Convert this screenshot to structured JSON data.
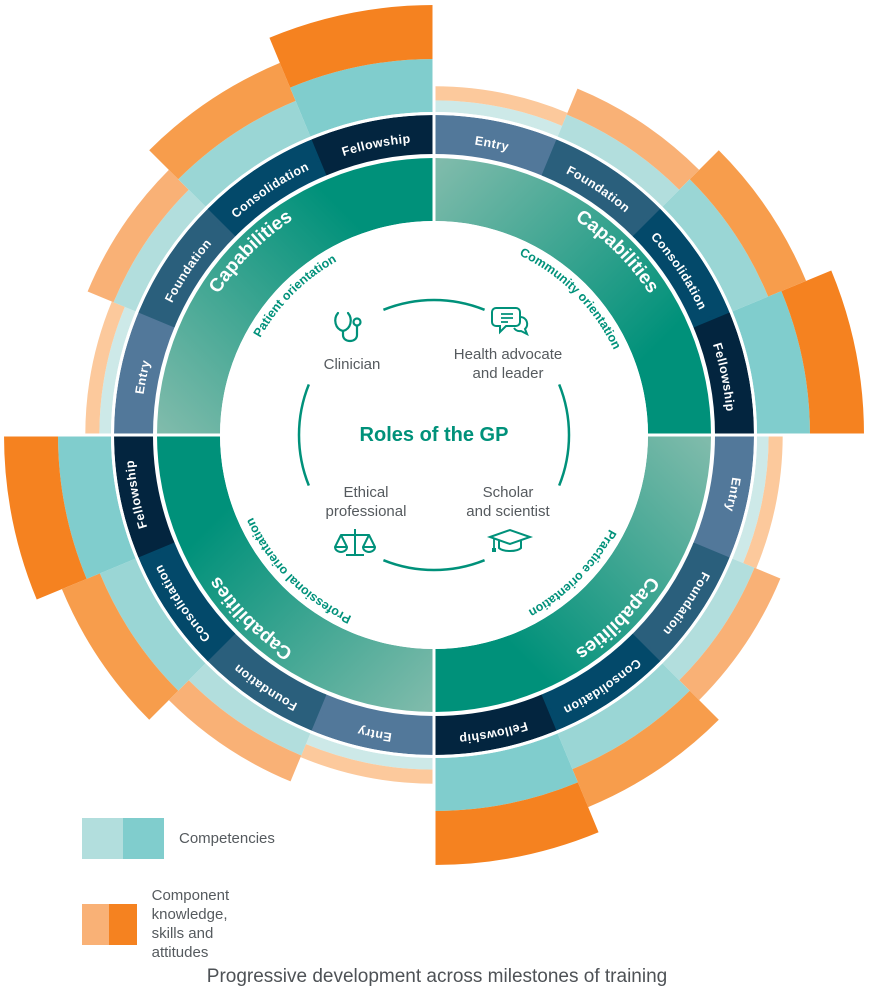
{
  "center_title": "Roles of the GP",
  "caption": "Progressive development across milestones of training",
  "capabilities_label": "Capabilities",
  "milestones": [
    "Entry",
    "Foundation",
    "Consolidation",
    "Fellowship"
  ],
  "roles": [
    {
      "label_lines": [
        "Clinician"
      ],
      "icon": "stethoscope-icon"
    },
    {
      "label_lines": [
        "Health advocate",
        "and leader"
      ],
      "icon": "speech-bubbles-icon"
    },
    {
      "label_lines": [
        "Scholar",
        "and scientist"
      ],
      "icon": "graduation-cap-icon"
    },
    {
      "label_lines": [
        "Ethical",
        "professional"
      ],
      "icon": "scales-icon"
    }
  ],
  "quadrants": [
    {
      "orientation": "Patient orientation",
      "position": "top-left"
    },
    {
      "orientation": "Community orientation",
      "position": "top-right"
    },
    {
      "orientation": "Practice orientation",
      "position": "bottom-right"
    },
    {
      "orientation": "Professional orientation",
      "position": "bottom-left"
    }
  ],
  "legend": [
    {
      "label": "Competencies",
      "colors": [
        "#b2dedd",
        "#80cdcd"
      ]
    },
    {
      "label": "Component knowledge,\nskills and attitudes",
      "colors": [
        "#f9b176",
        "#f58220"
      ]
    }
  ],
  "colors": {
    "capabilities_dark": "#00917a",
    "capabilities_light": "#7fbbab",
    "accent_text": "#00917a",
    "role_text": "#555a5e",
    "milestone_fills": [
      "#52789a",
      "#2a5f7c",
      "#03496a",
      "#03253f"
    ],
    "competency_fills": [
      "#cde9e8",
      "#b2dedd",
      "#9ad6d5",
      "#80cdcd"
    ],
    "knowledge_fills": [
      "#fcc99c",
      "#f9b176",
      "#f79d4c",
      "#f58220"
    ]
  },
  "progression": {
    "competency_level": [
      0.22,
      0.45,
      0.73,
      1.0
    ],
    "knowledge_level": [
      0.26,
      0.52,
      0.76,
      1.0
    ]
  }
}
